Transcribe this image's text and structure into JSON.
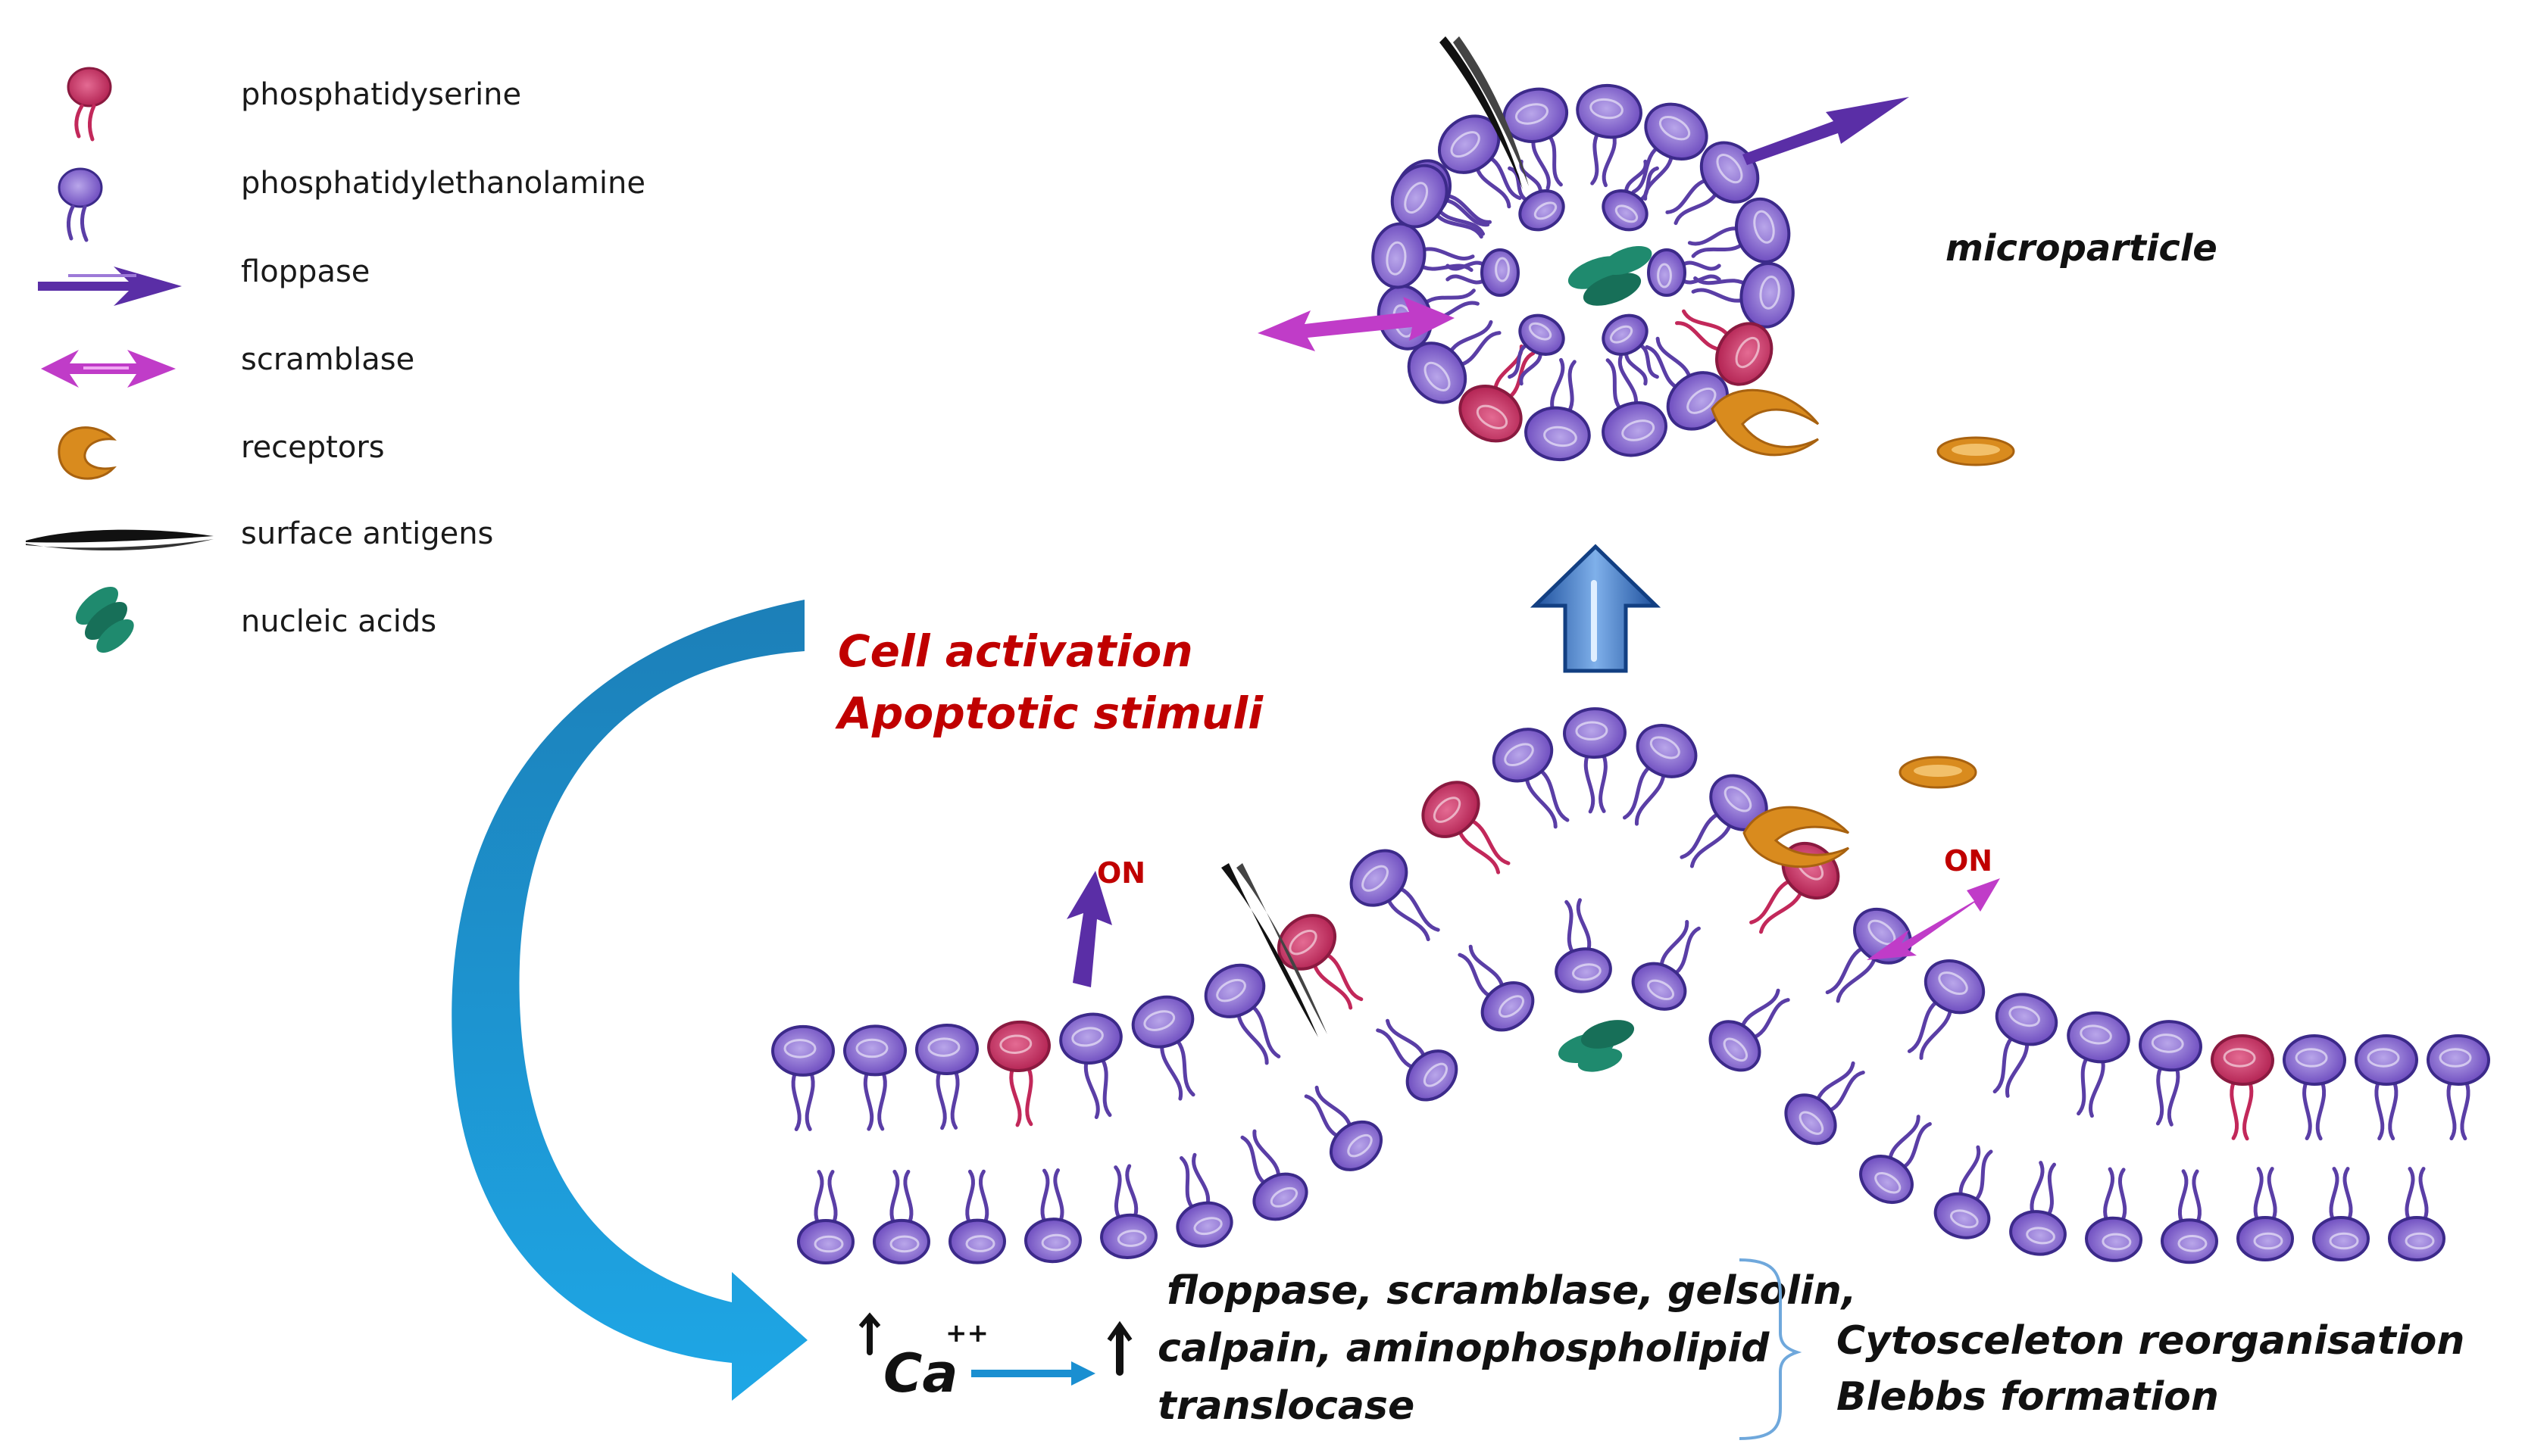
{
  "legend": [
    {
      "key": "ps",
      "label": "phosphatidyserine",
      "icon": "phosphatidylserine-icon"
    },
    {
      "key": "pe",
      "label": "phosphatidylethanolamine",
      "icon": "phosphatidylethanolamine-icon"
    },
    {
      "key": "floppase",
      "label": "floppase",
      "icon": "floppase-arrow-icon"
    },
    {
      "key": "scramblase",
      "label": "scramblase",
      "icon": "scramblase-arrow-icon"
    },
    {
      "key": "receptors",
      "label": "receptors",
      "icon": "receptor-icon"
    },
    {
      "key": "antigens",
      "label": "surface antigens",
      "icon": "surface-antigen-icon"
    },
    {
      "key": "nucleic",
      "label": "nucleic acids",
      "icon": "nucleic-acid-icon"
    }
  ],
  "labels": {
    "microparticle": "microparticle",
    "stimulus_line1": "Cell activation",
    "stimulus_line2": "Apoptotic stimuli",
    "on_left": "ON",
    "on_right": "ON",
    "calcium_base": "Ca",
    "calcium_charge": "++",
    "enzymes_line1": "floppase, scramblase, gelsolin,",
    "enzymes_line2": "calpain, aminophospholipid",
    "enzymes_line3": "translocase",
    "effect_line1": "Cytosceleton reorganisation",
    "effect_line2": "Blebbs formation"
  },
  "colors": {
    "phosphatidylserine": "#c2285a",
    "phosphatidylethanolamine": "#7b5cc4",
    "head_outline": "#3c2a8a",
    "floppase": "#5a2ea6",
    "scramblase": "#c03cc8",
    "receptor": "#d98b1e",
    "antigen": "#111111",
    "nucleic_acid": "#1f8a6e",
    "stimulus_arrow": "#1a8fd1",
    "up_arrow": "#2a5fb3",
    "red_text": "#c00000"
  }
}
